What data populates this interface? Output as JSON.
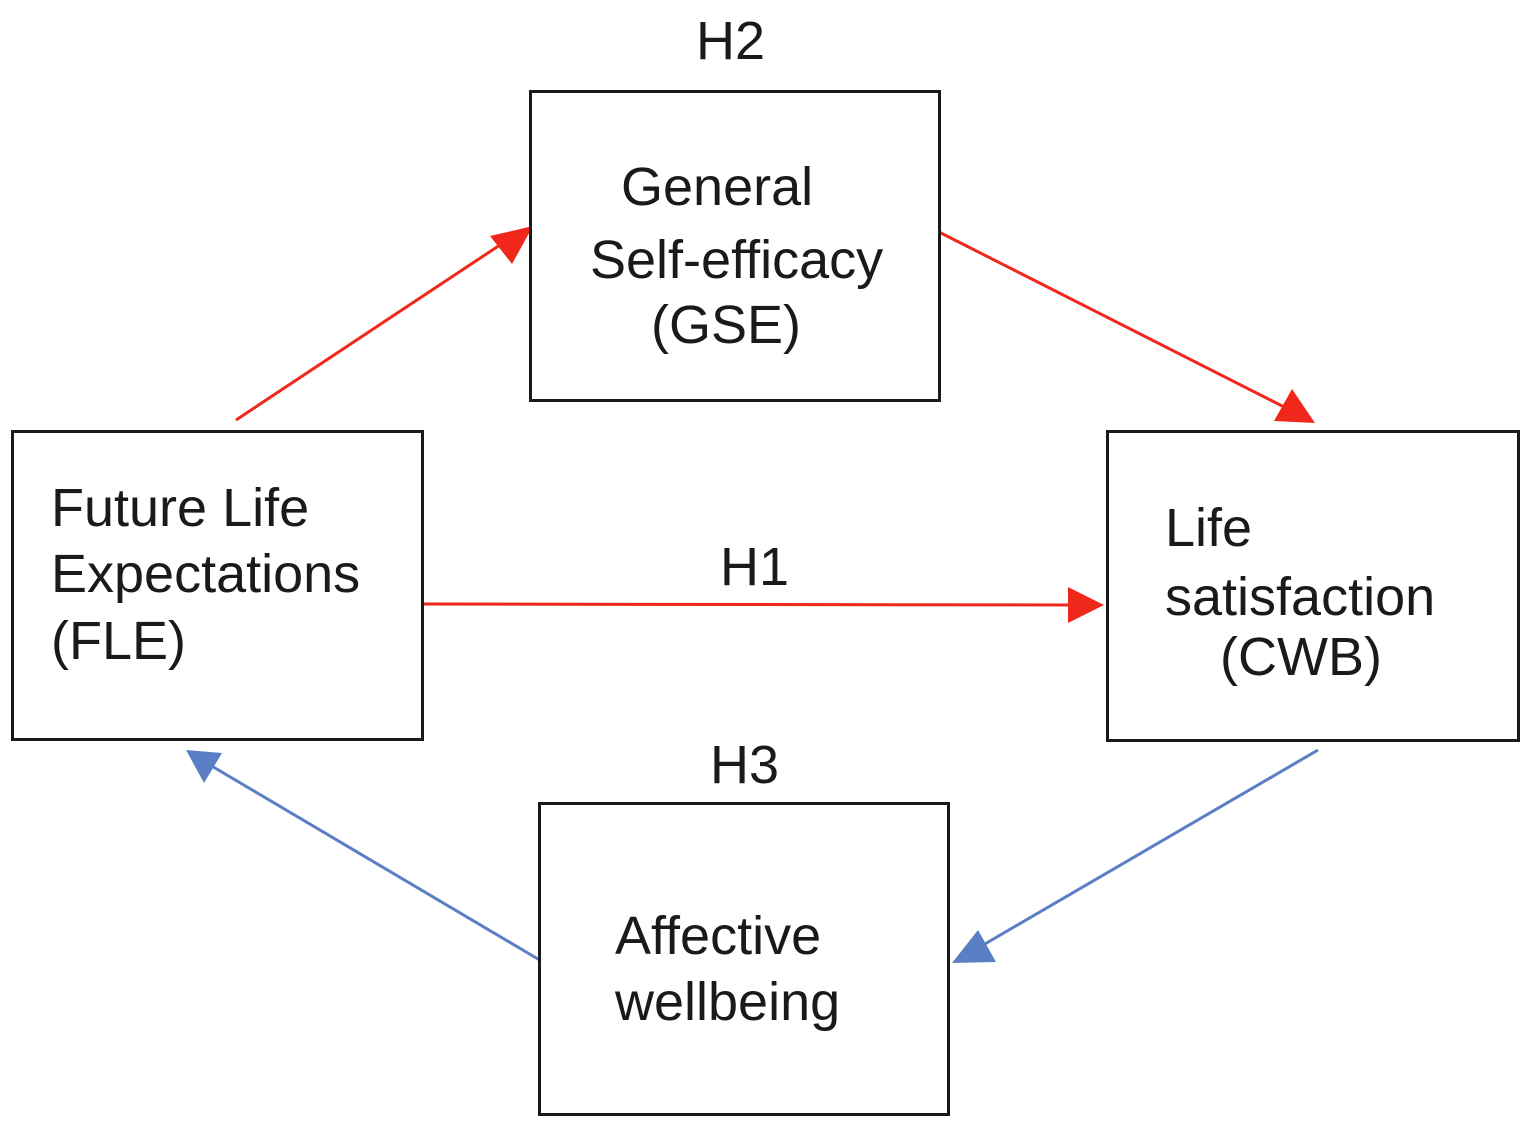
{
  "hypotheses": {
    "h1": "H1",
    "h2": "H2",
    "h3": "H3"
  },
  "nodes": {
    "fle": {
      "line1": "Future Life",
      "line2": "Expectations",
      "line3": "(FLE)"
    },
    "gse": {
      "line1": "General",
      "line2": "Self-efficacy",
      "line3": "(GSE)"
    },
    "cwb": {
      "line1": "Life",
      "line2": "satisfaction",
      "line3": "(CWB)"
    },
    "awb": {
      "line1": "Affective",
      "line2": "wellbeing"
    }
  },
  "colors": {
    "red_path": "#f0281c",
    "blue_path": "#5b7fc4",
    "box_border": "#1a1a1a"
  }
}
